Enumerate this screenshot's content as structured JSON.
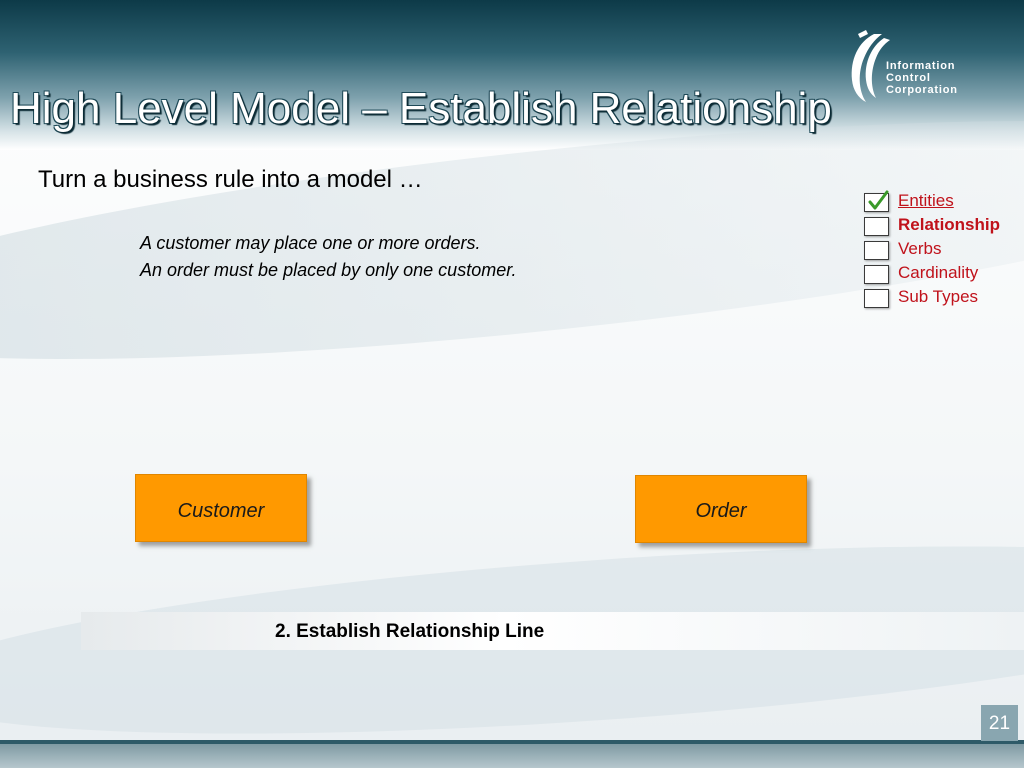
{
  "slide": {
    "title": "High Level Model – Establish Relationship",
    "subtitle": "Turn a business rule into a model …",
    "rules": [
      "A customer may place one or more orders.",
      "An order must be placed by only one customer."
    ],
    "logo": {
      "lines": [
        "Information",
        "Control",
        "Corporation"
      ],
      "icon": "swoosh-logo-icon"
    },
    "checklist": [
      {
        "label": "Entities",
        "checked": true,
        "state": "done"
      },
      {
        "label": "Relationship",
        "checked": false,
        "state": "current"
      },
      {
        "label": "Verbs",
        "checked": false,
        "state": "pending"
      },
      {
        "label": "Cardinality",
        "checked": false,
        "state": "pending"
      },
      {
        "label": "Sub Types",
        "checked": false,
        "state": "pending"
      }
    ],
    "entities": {
      "customer": "Customer",
      "order": "Order"
    },
    "caption": "2. Establish Relationship Line",
    "page_number": "21"
  },
  "colors": {
    "header_dark": "#0d3a48",
    "entity_fill": "#ff9900",
    "checklist_text": "#c0121b",
    "checkmark": "#3a9a2a",
    "page_badge": "#89a6b0"
  }
}
